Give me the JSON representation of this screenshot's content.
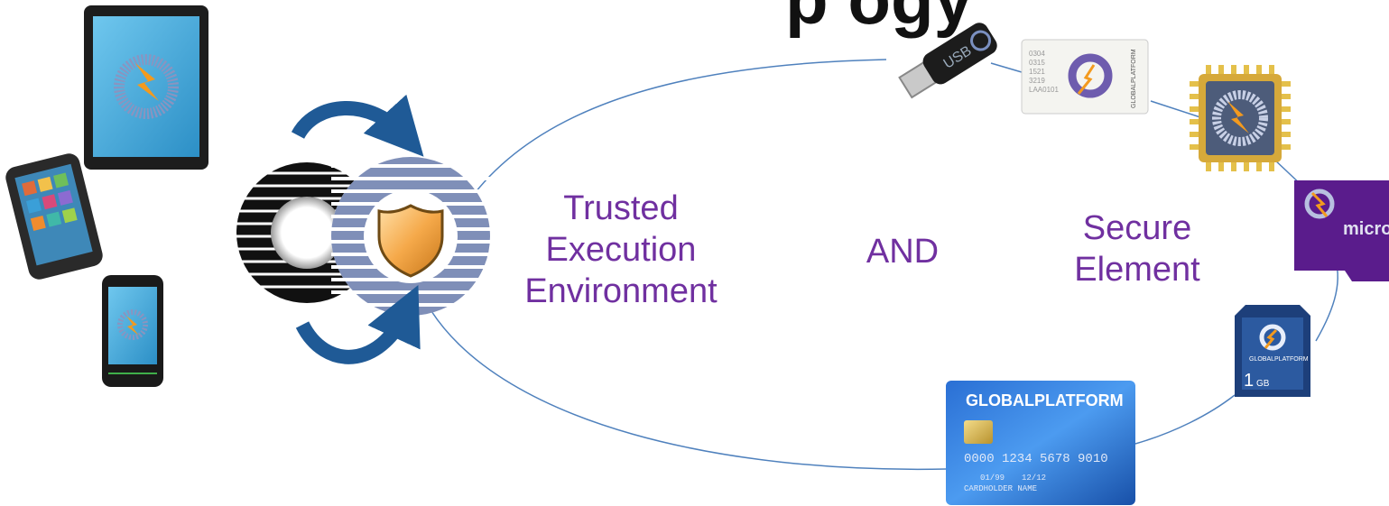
{
  "heading": "p    ogy",
  "labels": {
    "tee": [
      "Trusted",
      "Execution",
      "Environment"
    ],
    "and": "AND",
    "se": [
      "Secure",
      "Element"
    ]
  },
  "sim_card": {
    "codes": [
      "0304",
      "0315",
      "1521",
      "3219",
      "LAA0101"
    ],
    "brand": "GLOBALPLATFORM"
  },
  "usb_label": "USB",
  "microsd_label": "micro SD",
  "sd_card": {
    "brand": "GLOBALPLATFORM",
    "capacity": "1",
    "unit": "GB"
  },
  "credit_card": {
    "brand": "GLOBALPLATFORM",
    "number": "0000 1234 5678 9010",
    "valid_from": "01/99",
    "valid_thru": "12/12",
    "holder": "CARDHOLDER NAME"
  },
  "colors": {
    "label": "#7030a0",
    "connector": "#4f81bd",
    "arrow": "#1f5a96",
    "stripe": "#7f8fb8",
    "device_screen": "#4fb3e0"
  }
}
